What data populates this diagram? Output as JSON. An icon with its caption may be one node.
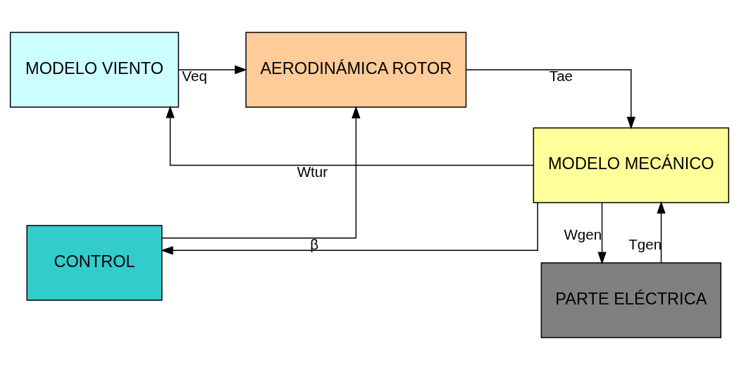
{
  "diagram": {
    "nodes": [
      {
        "text": [
          "MODELO VIENTO"
        ]
      },
      {
        "text": [
          "AERODINÁMICA ROTOR"
        ]
      },
      {
        "text": [
          "MODELO MECÁNICO"
        ]
      },
      {
        "text": [
          "CONTROL"
        ]
      },
      {
        "text": [
          "PARTE ELÉCTRICA"
        ]
      }
    ],
    "edges": [
      {
        "from": 0,
        "to": 1,
        "arrow": "to",
        "label": "Veq"
      },
      {
        "from": 3,
        "to": 1,
        "arrow": "to",
        "label": "β"
      },
      {
        "from": 1,
        "to": 2,
        "arrow": "to",
        "label": "Tae"
      },
      {
        "from": 2,
        "to": 0,
        "arrow": "to",
        "label": "Wtur"
      },
      {
        "from": 2,
        "to": 3,
        "arrow": "to"
      },
      {
        "from": 2,
        "to": 4,
        "arrow": "to",
        "label": "Wgen"
      },
      {
        "from": 4,
        "to": 2,
        "arrow": "to",
        "label": "Tgen"
      }
    ]
  }
}
